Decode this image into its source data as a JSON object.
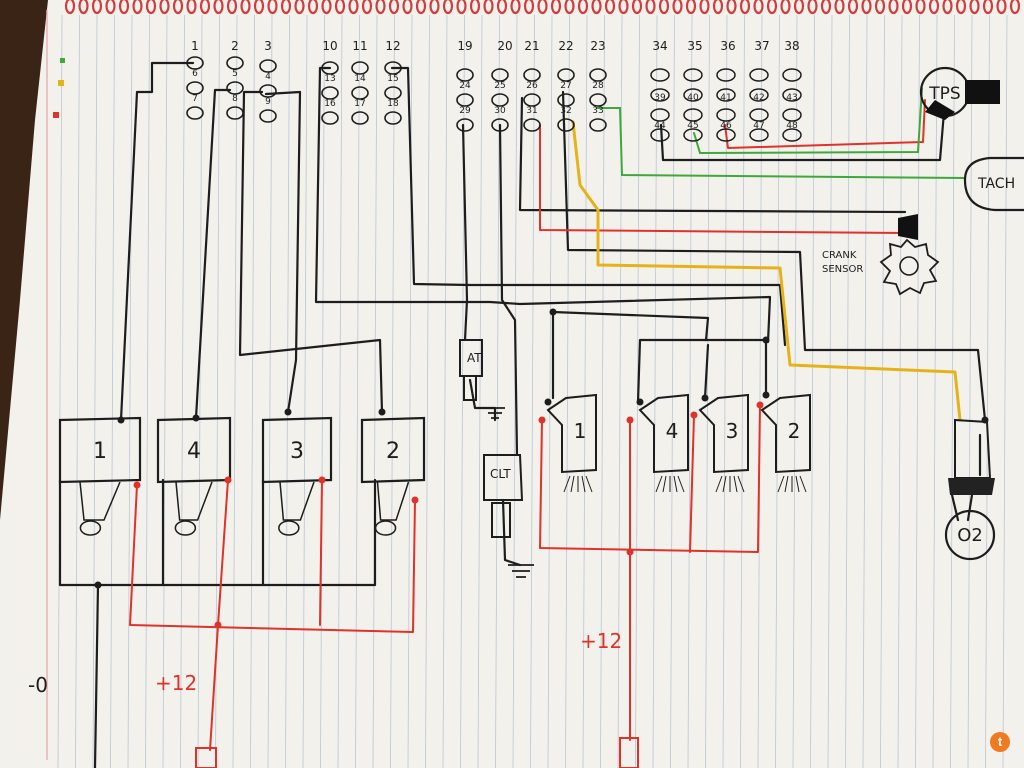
{
  "colors": {
    "paper": "#f2f1ec",
    "rule": "#b9c6d6",
    "margin": "#e6b3b3",
    "ink": "#1d1d1d",
    "red": "#e0322a",
    "yellow": "#e6b21a",
    "green": "#3fa83a",
    "wood": "#3a2416",
    "spiral": "#d23b3b",
    "badge": "#f07a1f"
  },
  "pins": {
    "top_row": [
      "1",
      "2",
      "3",
      "10",
      "11",
      "12",
      "19",
      "20",
      "21",
      "22",
      "23",
      "34",
      "35",
      "36",
      "37",
      "38"
    ],
    "col1": [
      "6",
      "7"
    ],
    "col2": [
      "5",
      "8"
    ],
    "col3": [
      "4",
      "9"
    ],
    "col10": [
      "13",
      "16"
    ],
    "col11": [
      "14",
      "17"
    ],
    "col12": [
      "15",
      "18"
    ],
    "col19": [
      "24",
      "29"
    ],
    "col20": [
      "25",
      "30"
    ],
    "col21": [
      "26",
      "31"
    ],
    "col22": [
      "27",
      "32"
    ],
    "col23": [
      "28",
      "33"
    ],
    "grid_row2": [
      "39",
      "40",
      "41",
      "42",
      "43"
    ],
    "grid_row3": [
      "44",
      "45",
      "46",
      "47",
      "48"
    ]
  },
  "coils": [
    "1",
    "4",
    "3",
    "2"
  ],
  "injectors": [
    "1",
    "4",
    "3",
    "2"
  ],
  "sensors": {
    "tps": "TPS",
    "tach": "TACH",
    "crank_line1": "CRANK",
    "crank_line2": "SENSOR",
    "air_temp": "AT",
    "coolant": "CLT",
    "o2": "O2"
  },
  "power": {
    "left": "+12",
    "right": "+12",
    "ground": "-0"
  },
  "badge": "t"
}
